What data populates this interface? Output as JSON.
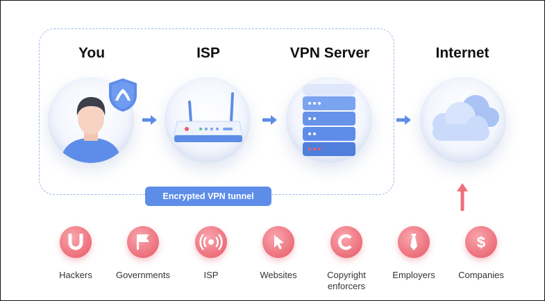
{
  "nodes": [
    {
      "id": "you",
      "label": "You"
    },
    {
      "id": "isp",
      "label": "ISP"
    },
    {
      "id": "vpn",
      "label": "VPN Server"
    },
    {
      "id": "internet",
      "label": "Internet"
    }
  ],
  "tunnel_label": "Encrypted VPN tunnel",
  "threats": [
    {
      "label": "Hackers",
      "icon": "magnet-icon"
    },
    {
      "label": "Governments",
      "icon": "flag-icon"
    },
    {
      "label": "ISP",
      "icon": "broadcast-icon"
    },
    {
      "label": "Websites",
      "icon": "cursor-icon"
    },
    {
      "label": "Copyright enforcers",
      "icon": "copyright-icon"
    },
    {
      "label": "Employers",
      "icon": "tie-icon"
    },
    {
      "label": "Companies",
      "icon": "dollar-icon"
    }
  ],
  "colors": {
    "accent_blue": "#5d8de8",
    "threat_red": "#ec6f7b",
    "dashed_border": "#9fb9ea"
  }
}
